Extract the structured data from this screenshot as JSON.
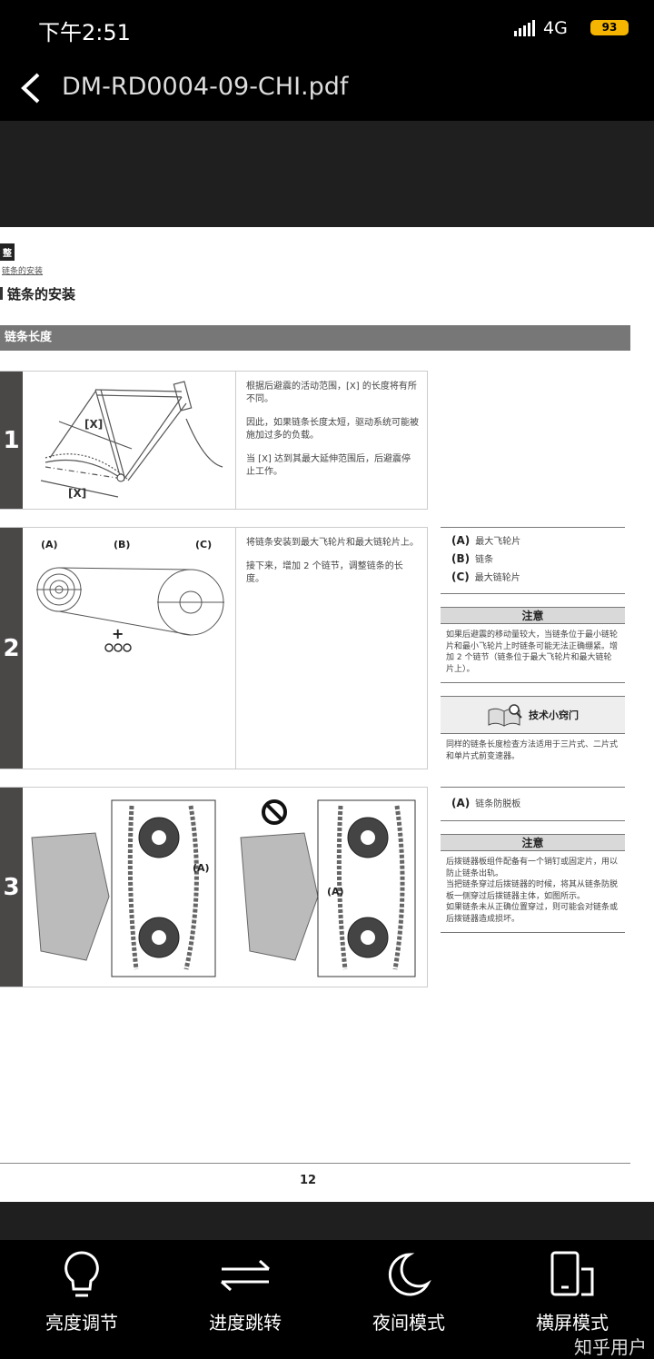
{
  "status": {
    "time": "下午2:51",
    "network": "4G",
    "battery": "93"
  },
  "header": {
    "title": "DM-RD0004-09-CHI.pdf",
    "back_icon": "chevron-left-icon"
  },
  "page": {
    "chapter_tab": "整",
    "breadcrumb": "链条的安装",
    "heading": "链条的安装",
    "section_bar": "链条长度",
    "steps": [
      {
        "number": "1",
        "labels": [
          "[X]",
          "[X]"
        ],
        "paragraphs": [
          "根据后避震的活动范围，[X] 的长度将有所不同。",
          "因此，如果链条长度太短，驱动系统可能被施加过多的负载。",
          "当 [X] 达到其最大延伸范围后，后避震停止工作。"
        ]
      },
      {
        "number": "2",
        "labels": [
          "(A)",
          "(B)",
          "(C)",
          "+"
        ],
        "paragraphs": [
          "将链条安装到最大飞轮片和最大链轮片上。",
          "接下来，增加 2 个链节，调整链条的长度。"
        ]
      },
      {
        "number": "3",
        "labels": [
          "(A)",
          "(A)"
        ],
        "paragraphs": []
      }
    ],
    "side2": {
      "legend": [
        {
          "key": "(A)",
          "text": "最大飞轮片"
        },
        {
          "key": "(B)",
          "text": "链条"
        },
        {
          "key": "(C)",
          "text": "最大链轮片"
        }
      ],
      "note_title": "注意",
      "note_text": "如果后避震的移动量较大，当链条位于最小链轮片和最小飞轮片上时链条可能无法正确绷紧。增加 2 个链节（链条位于最大飞轮片和最大链轮片上）。",
      "tip_title": "技术小窍门",
      "tip_text": "同样的链条长度检查方法适用于三片式、二片式和单片式前变速器。"
    },
    "side3": {
      "legend": [
        {
          "key": "(A)",
          "text": "链条防脱板"
        }
      ],
      "note_title": "注意",
      "note_lines": [
        "后拨链器板组件配备有一个销钉或固定片，用以防止链条出轨。",
        "当把链条穿过后拨链器的时候，将其从链条防脱板一侧穿过后拨链器主体，如图所示。",
        "如果链条未从正确位置穿过，则可能会对链条或后拨链器造成损坏。"
      ]
    },
    "page_number": "12"
  },
  "bottom_bar": [
    {
      "label": "亮度调节",
      "icon": "lightbulb-icon"
    },
    {
      "label": "进度跳转",
      "icon": "swap-arrows-icon"
    },
    {
      "label": "夜间模式",
      "icon": "moon-icon"
    },
    {
      "label": "横屏模式",
      "icon": "phone-rotate-icon"
    }
  ],
  "watermark": "知乎用户"
}
